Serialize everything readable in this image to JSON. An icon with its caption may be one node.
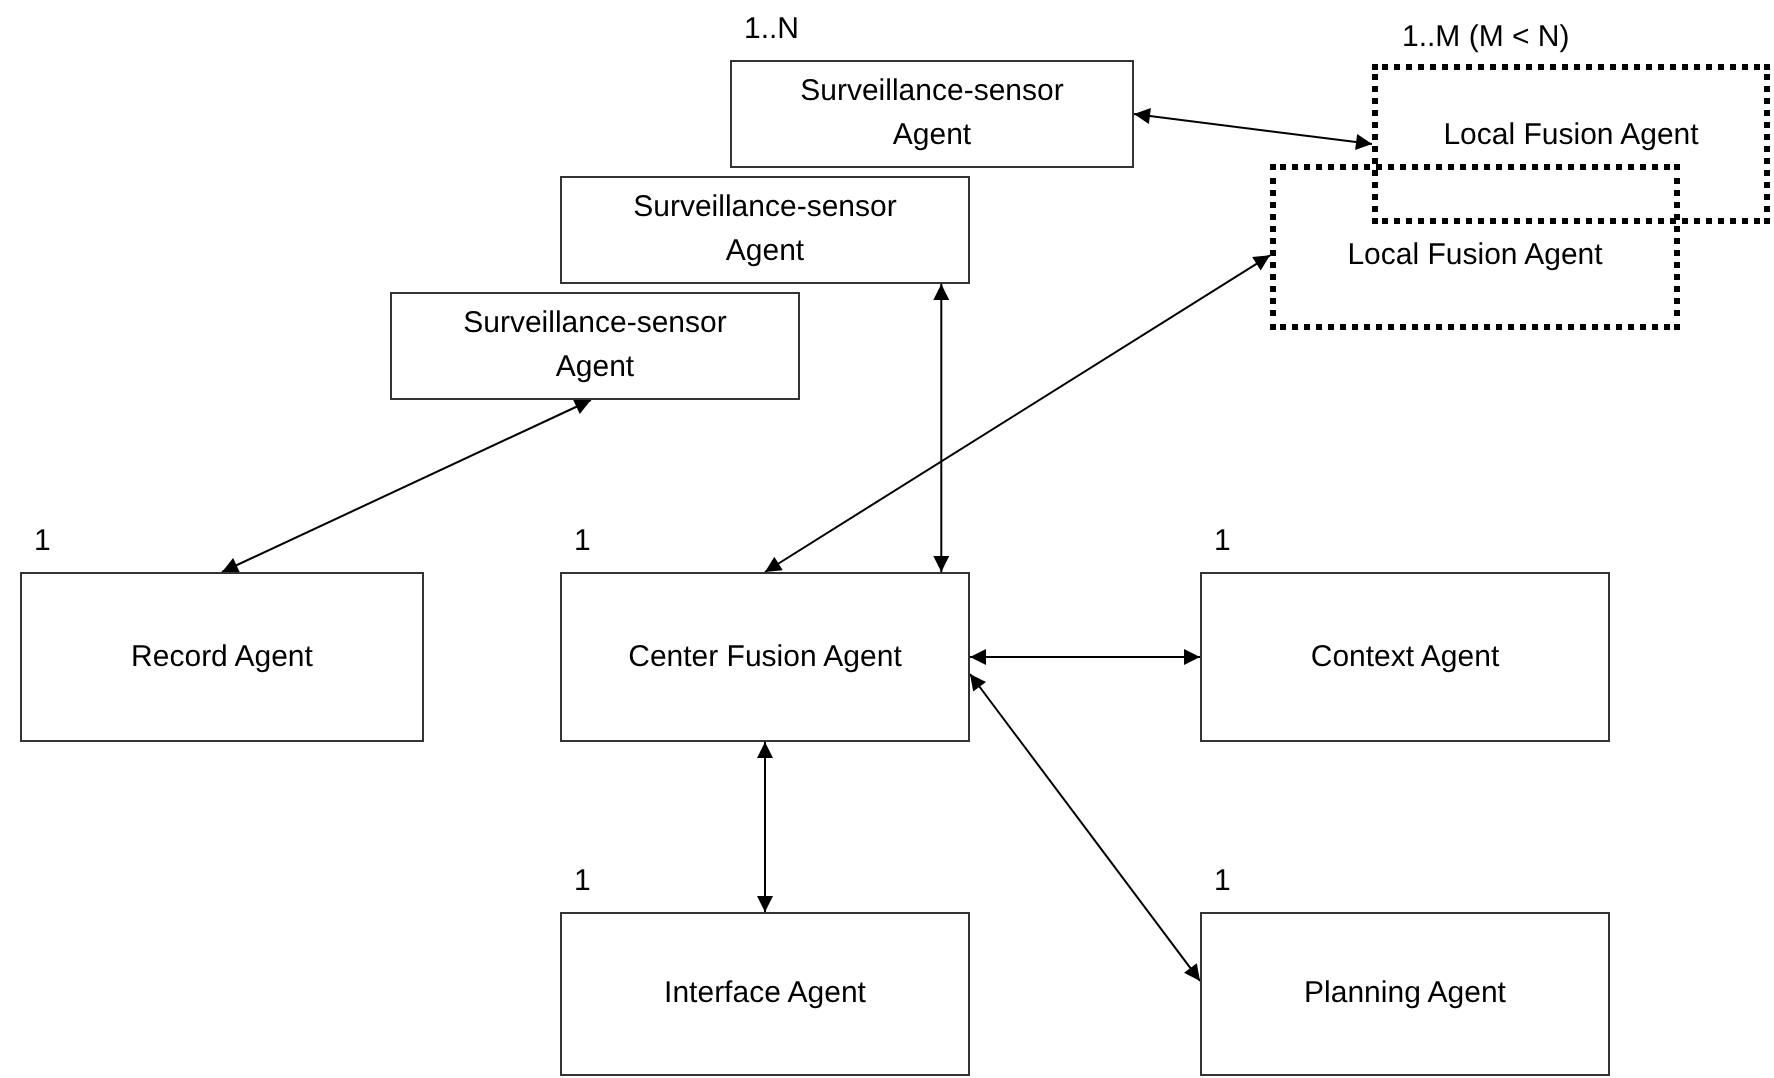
{
  "diagram": {
    "nodes": [
      {
        "text": [
          "Surveillance-sensor",
          "Agent"
        ]
      },
      {
        "text": [
          "Surveillance-sensor",
          "Agent"
        ]
      },
      {
        "text": [
          "Surveillance-sensor",
          "Agent"
        ],
        "beside": [
          "1..N"
        ]
      },
      {
        "text": [
          "Local Fusion Agent"
        ],
        "beside": [
          "1..M (M < N)"
        ]
      },
      {
        "text": [
          "Local Fusion Agent"
        ]
      },
      {
        "text": [
          "Record Agent"
        ],
        "beside": [
          "1"
        ]
      },
      {
        "text": [
          "Center Fusion Agent"
        ],
        "beside": [
          "1"
        ]
      },
      {
        "text": [
          "Context Agent"
        ],
        "beside": [
          "1"
        ]
      },
      {
        "text": [
          "Interface Agent"
        ],
        "beside": [
          "1"
        ]
      },
      {
        "text": [
          "Planning Agent"
        ],
        "beside": [
          "1"
        ]
      }
    ],
    "edges": [
      {
        "from": 2,
        "to": 3,
        "arrow": "both"
      },
      {
        "from": 0,
        "to": 5,
        "arrow": "both"
      },
      {
        "from": 1,
        "to": 6,
        "arrow": "both"
      },
      {
        "from": 4,
        "to": 6,
        "arrow": "both"
      },
      {
        "from": 6,
        "to": 7,
        "arrow": "both"
      },
      {
        "from": 6,
        "to": 8,
        "arrow": "both"
      },
      {
        "from": 6,
        "to": 9,
        "arrow": "both"
      }
    ]
  }
}
